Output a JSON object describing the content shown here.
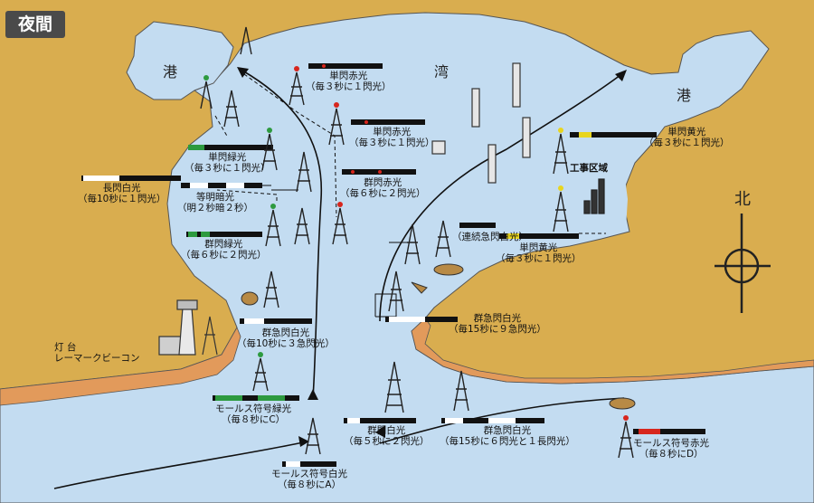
{
  "title": "夜間",
  "place_labels": {
    "port_left": "港",
    "bay": "湾",
    "port_right": "港",
    "compass": "北"
  },
  "lighthouse_label": [
    "灯 台",
    "レーマークビーコン"
  ],
  "work_area_label": "工事区域",
  "lights": [
    {
      "id": "red1",
      "name": "単閃赤光",
      "detail": "（毎３秒に１閃光）"
    },
    {
      "id": "red2",
      "name": "単閃赤光",
      "detail": "（毎３秒に１閃光）"
    },
    {
      "id": "red3",
      "name": "群閃赤光",
      "detail": "（毎６秒に２閃光）"
    },
    {
      "id": "green1",
      "name": "単閃緑光",
      "detail": "（毎３秒に１閃光）"
    },
    {
      "id": "white_long",
      "name": "長閃白光",
      "detail": "（毎10秒に１閃光）"
    },
    {
      "id": "isophase",
      "name": "等明暗光",
      "detail": "（明２秒暗２秒）"
    },
    {
      "id": "green2",
      "name": "群閃緑光",
      "detail": "（毎６秒に２閃光）"
    },
    {
      "id": "continuous",
      "name": "（連続急閃白光）",
      "detail": ""
    },
    {
      "id": "yellow1",
      "name": "単閃黄光",
      "detail": "（毎３秒に１閃光）"
    },
    {
      "id": "yellow2",
      "name": "単閃黄光",
      "detail": "（毎３秒に１閃光）"
    },
    {
      "id": "quick_white1",
      "name": "群急閃白光",
      "detail": "（毎10秒に３急閃光）"
    },
    {
      "id": "quick_white2",
      "name": "群急閃白光",
      "detail": "（毎15秒に９急閃光）"
    },
    {
      "id": "morse_green",
      "name": "モールス符号緑光",
      "detail": "（毎８秒にC）"
    },
    {
      "id": "group_white",
      "name": "群閃白光",
      "detail": "（毎５秒に２閃光）"
    },
    {
      "id": "group_white2",
      "name": "群急閃白光",
      "detail": "（毎15秒に６閃光と１長閃光）"
    },
    {
      "id": "morse_red",
      "name": "モールス符号赤光",
      "detail": "（毎８秒にD）"
    },
    {
      "id": "morse_white",
      "name": "モールス符号白光",
      "detail": "（毎８秒にA）"
    }
  ],
  "colors": {
    "land": "#d9ad4f",
    "water": "#c3dcf1",
    "shore": "#e29a5b",
    "red": "#d7261d",
    "green": "#2d9a3f",
    "yellow": "#e8d51e"
  }
}
